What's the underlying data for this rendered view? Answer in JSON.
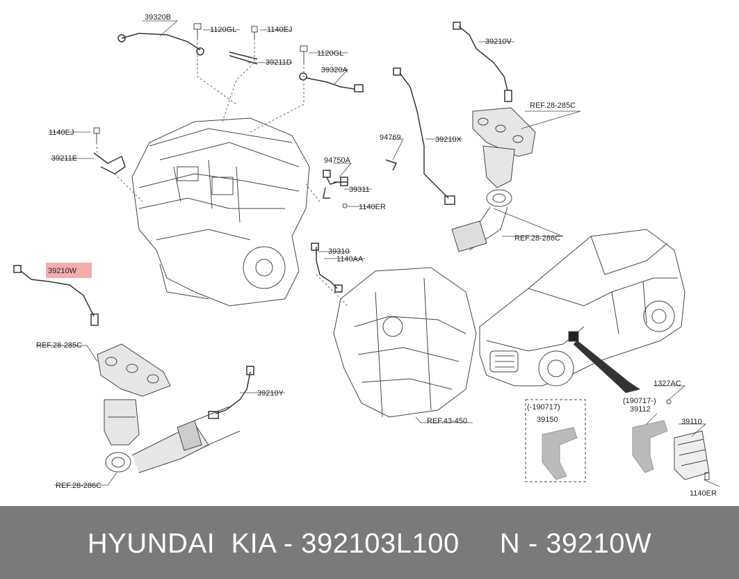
{
  "callouts": {
    "c39320B": "39320B",
    "c1120GL_a": "1120GL",
    "c1140EJ_a": "1140EJ",
    "c1120GL_b": "1120GL",
    "c39211D": "39211D",
    "c39320A": "39320A",
    "c39210V": "39210V",
    "cREF28285C_a": "REF.28-285C",
    "c94769": "94769",
    "c39210X": "39210X",
    "c1140EJ_b": "1140EJ",
    "c39211E": "39211E",
    "c94750A": "94750A",
    "c39311": "39311",
    "c1140ER_a": "1140ER",
    "cREF28286C_a": "REF.28-286C",
    "c39310": "39310",
    "c1140AA": "1140AA",
    "c39210W": "39210W",
    "cREF28285C_b": "REF.28-285C",
    "c39210Y": "39210Y",
    "cREF43450": "REF.43-450",
    "c1327AC": "1327AC",
    "c190717a": "(-190717)",
    "c39150": "39150",
    "c190717b": "(190717-)",
    "c39112": "39112",
    "c39110": "39110",
    "c1140ER_b": "1140ER",
    "cREF28286C_b": "REF.28-286C"
  },
  "highlight": {
    "part": "39210W",
    "color": "#f08a8a"
  },
  "footer": {
    "text": "HYUNDAI  KIA - 392103L100     N - 39210W"
  },
  "colors": {
    "footer_bg": "#7a7a7a",
    "line": "#333333",
    "part_fill": "#d8d8d8"
  }
}
